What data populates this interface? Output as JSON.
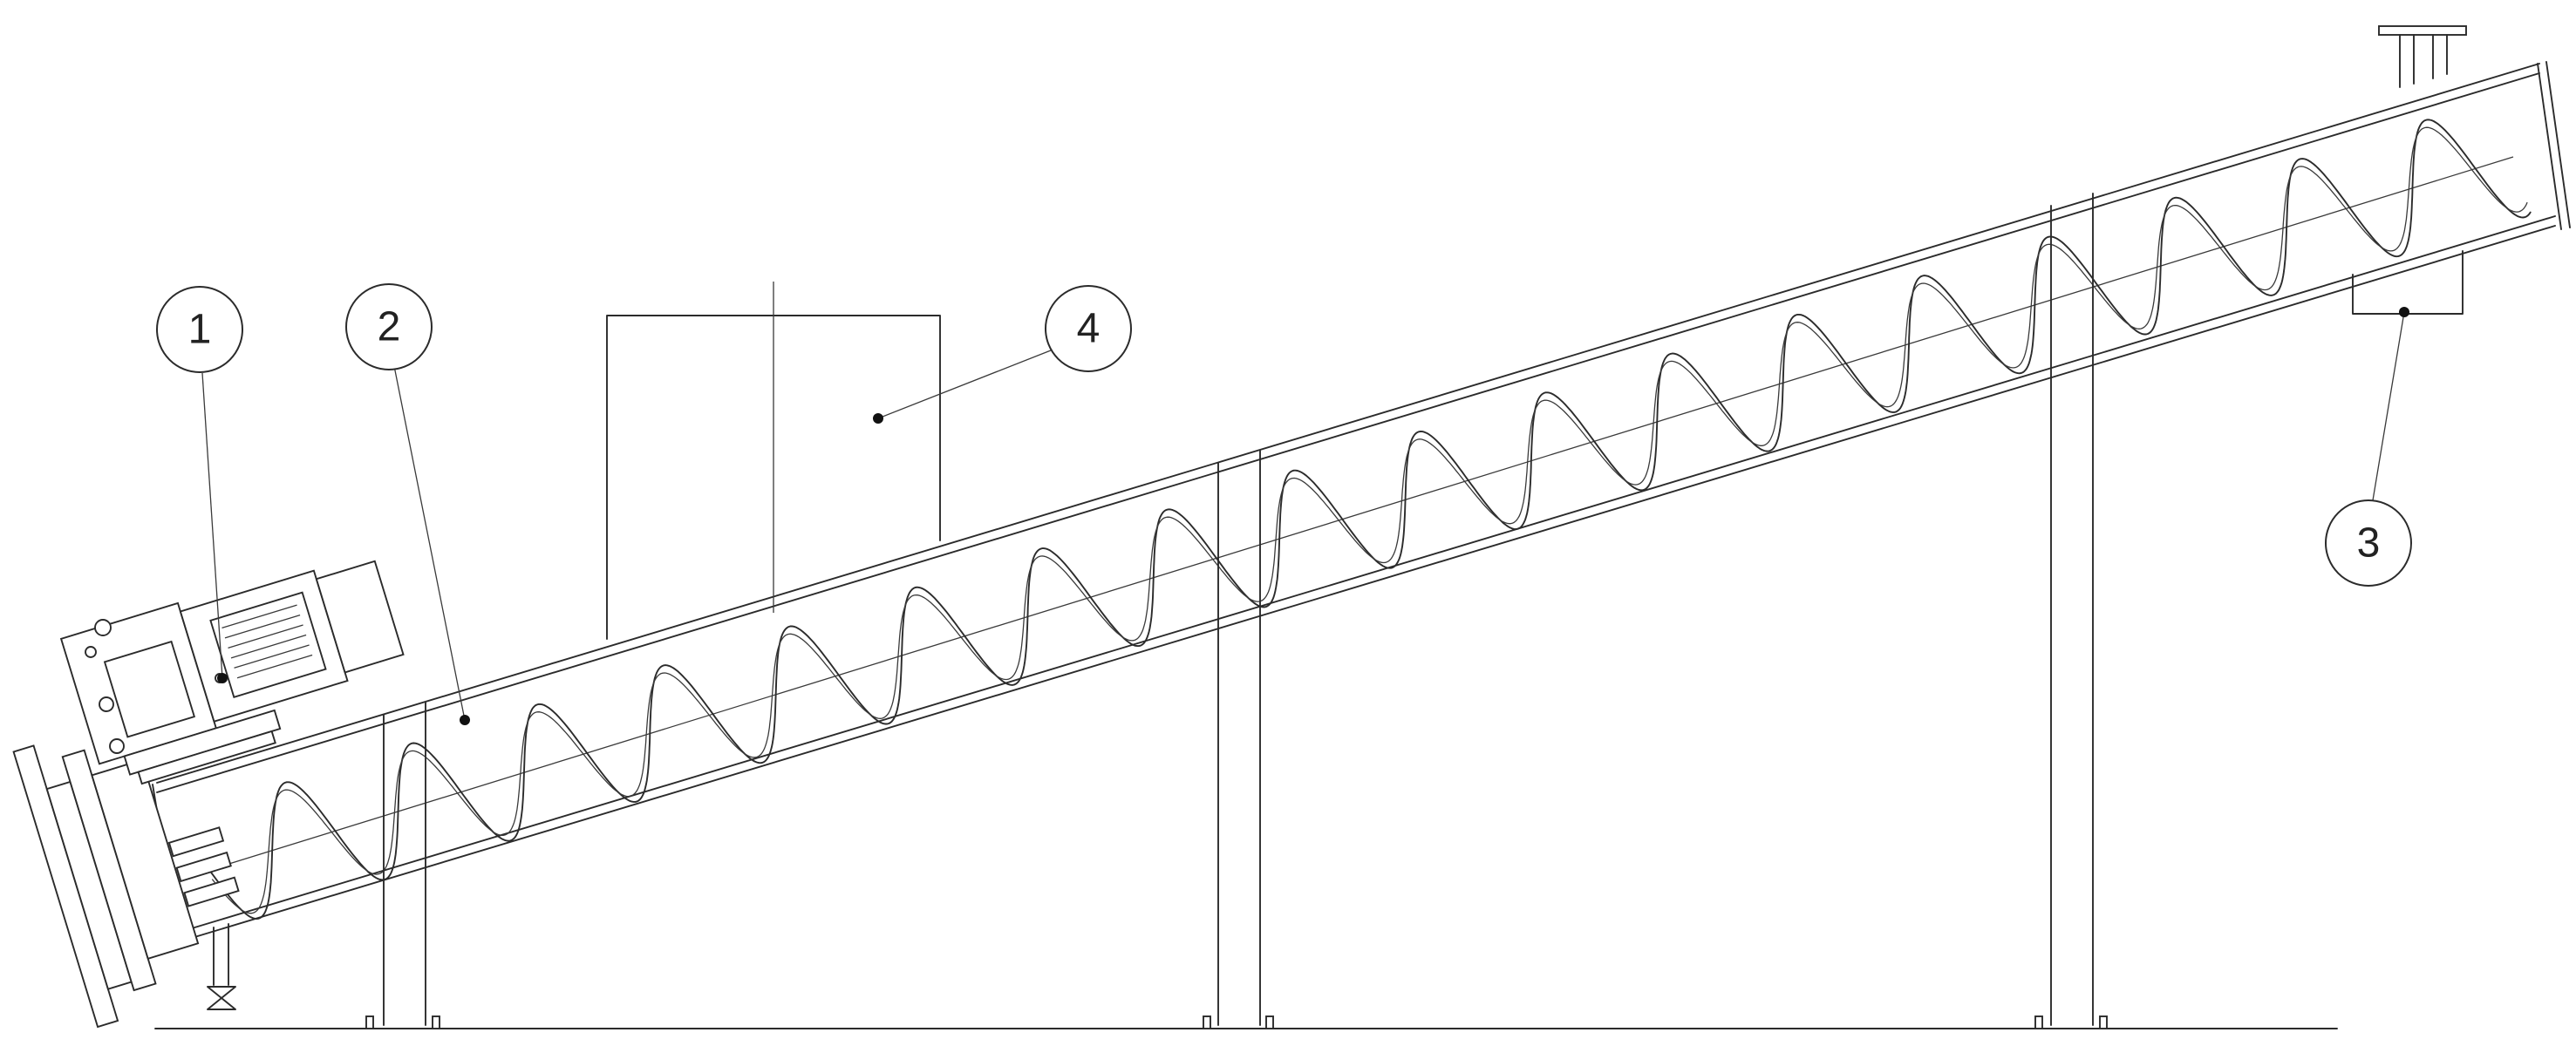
{
  "callouts": [
    {
      "id": "1",
      "label": "1"
    },
    {
      "id": "2",
      "label": "2"
    },
    {
      "id": "3",
      "label": "3"
    },
    {
      "id": "4",
      "label": "4"
    }
  ],
  "colors": {
    "line": "#2b2b2b",
    "background": "#ffffff"
  }
}
